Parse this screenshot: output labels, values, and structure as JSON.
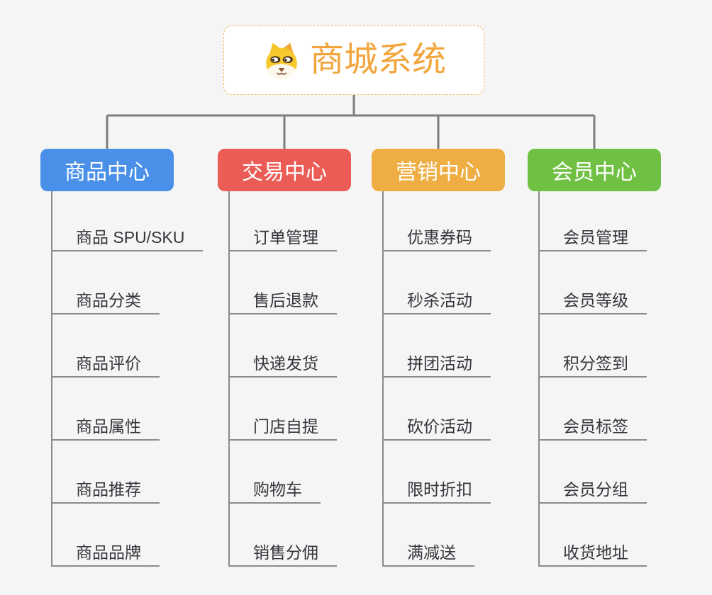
{
  "page": {
    "background": "#f5f5f6"
  },
  "root": {
    "label": "商城系统",
    "icon": "shiba-dog-icon",
    "text_color": "#f2a53d",
    "border_color": "#f2b863",
    "background": "#ffffff"
  },
  "connectors": {
    "main_line_color": "#7d7d7d",
    "branch_line_color": "#8b8b8b"
  },
  "branches": [
    {
      "label": "商品中心",
      "color": "#4a90e8",
      "children": [
        "商品 SPU/SKU",
        "商品分类",
        "商品评价",
        "商品属性",
        "商品推荐",
        "商品品牌"
      ]
    },
    {
      "label": "交易中心",
      "color": "#ea5c55",
      "children": [
        "订单管理",
        "售后退款",
        "快递发货",
        "门店自提",
        "购物车",
        "销售分佣"
      ]
    },
    {
      "label": "营销中心",
      "color": "#efae43",
      "children": [
        "优惠券码",
        "秒杀活动",
        "拼团活动",
        "砍价活动",
        "限时折扣",
        "满减送"
      ]
    },
    {
      "label": "会员中心",
      "color": "#70c143",
      "children": [
        "会员管理",
        "会员等级",
        "积分签到",
        "会员标签",
        "会员分组",
        "收货地址"
      ]
    }
  ]
}
